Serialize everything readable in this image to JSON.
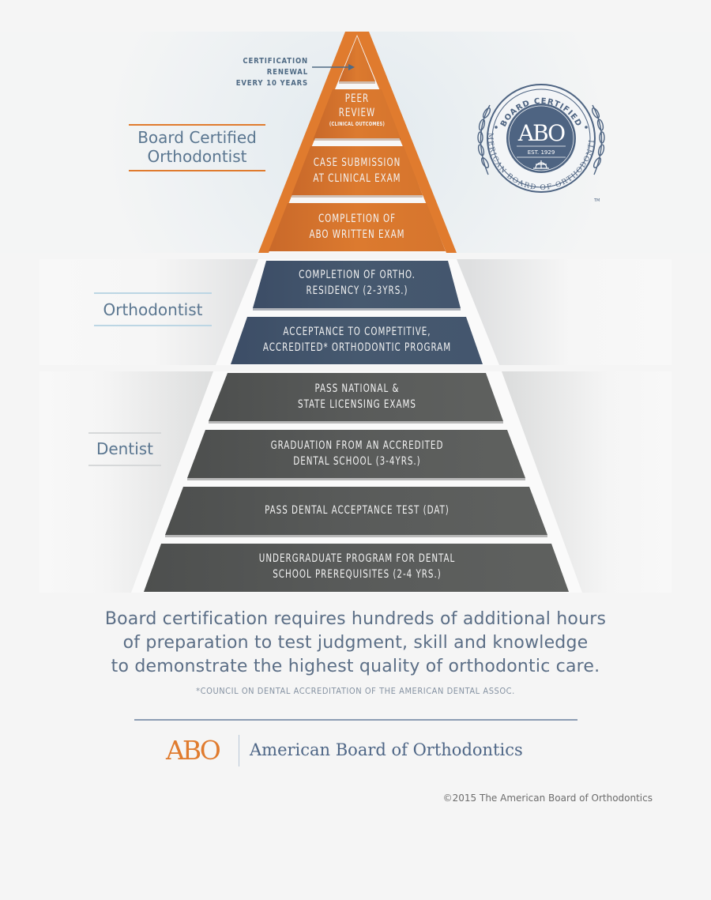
{
  "colors": {
    "orange": "#d9772d",
    "orange_frame": "#e07b2e",
    "navy": "#44566f",
    "gray": "#555756",
    "label_text": "#5a7690",
    "caption_text": "#5b6e86"
  },
  "annotation": {
    "renewal_line1": "CERTIFICATION RENEWAL",
    "renewal_line2": "EVERY 10 YEARS",
    "arrow_icon": "arrow-right-icon"
  },
  "tiers": [
    {
      "label_line1": "Board Certified",
      "label_line2": "Orthodontist",
      "color": "orange"
    },
    {
      "label_line1": "Orthodontist",
      "color": "navy"
    },
    {
      "label_line1": "Dentist",
      "color": "gray"
    }
  ],
  "steps": [
    {
      "line1": "PEER",
      "line2": "REVIEW",
      "sub": "(CLINICAL OUTCOMES)"
    },
    {
      "line1": "CASE SUBMISSION",
      "line2": "AT CLINICAL EXAM"
    },
    {
      "line1": "COMPLETION OF",
      "line2": "ABO WRITTEN EXAM"
    },
    {
      "line1": "COMPLETION OF ORTHO.",
      "line2": "RESIDENCY (2-3YRS.)"
    },
    {
      "line1": "ACCEPTANCE TO COMPETITIVE,",
      "line2": "ACCREDITED* ORTHODONTIC PROGRAM"
    },
    {
      "line1": "PASS NATIONAL &",
      "line2": "STATE LICENSING EXAMS"
    },
    {
      "line1": "GRADUATION FROM AN ACCREDITED",
      "line2": "DENTAL SCHOOL (3-4YRS.)"
    },
    {
      "line1": "PASS DENTAL ACCEPTANCE TEST (DAT)"
    },
    {
      "line1": "UNDERGRADUATE PROGRAM FOR DENTAL",
      "line2": "SCHOOL PREREQUISITES (2-4 YRS.)"
    }
  ],
  "seal": {
    "top_text": "BOARD CERTIFIED",
    "center_text": "ABO",
    "est": "EST. 1929",
    "ring_text": "AMERICAN BOARD OF ORTHODONTICS",
    "tm": "TM"
  },
  "caption": {
    "line1": "Board certification requires hundreds of additional hours",
    "line2": "of preparation to test judgment, skill and knowledge",
    "line3": "to demonstrate the highest quality of orthodontic care."
  },
  "footnote": "*COUNCIL ON DENTAL ACCREDITATION OF THE AMERICAN DENTAL ASSOC.",
  "footer": {
    "logo_mark": "ABO",
    "org_name": "American Board of Orthodontics",
    "copyright": "©2015 The American Board of Orthodontics"
  }
}
